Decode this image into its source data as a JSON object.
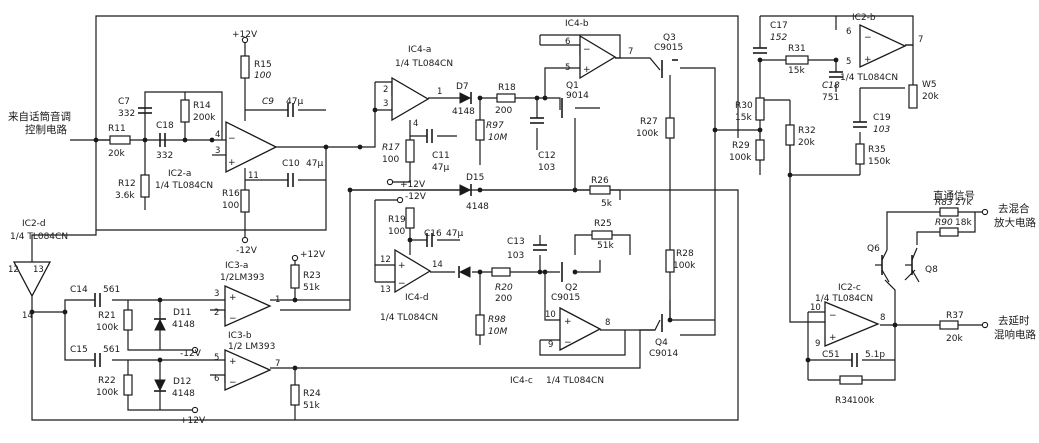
{
  "texts": {
    "input_label_1": "来自话筒音调",
    "input_label_2": "控制电路",
    "out_direct": "直通信号",
    "out_mix_1": "去混合",
    "out_mix_2": "放大电路",
    "out_delay_1": "去延时",
    "out_delay_2": "混响电路"
  },
  "supplies": {
    "p12": "+12V",
    "m12": "-12V"
  },
  "chips": {
    "ic2a": "IC2-a",
    "ic2a_t": "1/4 TL084CN",
    "ic2b": "IC2-b",
    "ic2b_t": "1/4 TL084CN",
    "ic2c": "IC2-c",
    "ic2c_t": "1/4 TL084CN",
    "ic2d": "IC2-d",
    "ic2d_t": "1/4 TL084CN",
    "ic3a": "IC3-a",
    "ic3a_t": "1/2LM393",
    "ic3b": "IC3-b",
    "ic3b_t": "1/2 LM393",
    "ic4a": "IC4-a",
    "ic4a_t": "1/4 TL084CN",
    "ic4b": "IC4-b",
    "ic4c": "IC4-c",
    "ic4c_t": "1/4 TL084CN",
    "ic4d": "IC4-d",
    "ic4d_t": "1/4 TL084CN"
  },
  "parts": {
    "R11": "R11",
    "R11v": "20k",
    "R12": "R12",
    "R12v": "3.6k",
    "R14": "R14",
    "R14v": "200k",
    "R15": "R15",
    "R15v": "100",
    "R16": "R16",
    "R16v": "100",
    "R17": "R17",
    "R17v": "100",
    "R18": "R18",
    "R18v": "200",
    "R19": "R19",
    "R19v": "100",
    "R20": "R20",
    "R20v": "200",
    "R21": "R21",
    "R21v": "100k",
    "R22": "R22",
    "R22v": "100k",
    "R23": "R23",
    "R23v": "51k",
    "R24": "R24",
    "R24v": "51k",
    "R25": "R25",
    "R25v": "51k",
    "R26": "R26",
    "R26v": "5k",
    "R27": "R27",
    "R27v": "100k",
    "R28": "R28",
    "R28v": "100k",
    "R29": "R29",
    "R29v": "100k",
    "R30": "R30",
    "R30v": "15k",
    "R31": "R31",
    "R31v": "15k",
    "R32": "R32",
    "R32v": "20k",
    "R34": "R34",
    "R34v": "100k",
    "R35": "R35",
    "R35v": "150k",
    "R37": "R37",
    "R37v": "20k",
    "R83": "R83",
    "R83v": "27k",
    "R90": "R90",
    "R90v": "18k",
    "R97": "R97",
    "R97v": "10M",
    "R98": "R98",
    "R98v": "10M",
    "W5": "W5",
    "W5v": "20k",
    "C7": "C7",
    "C7v": "332",
    "C9": "C9",
    "C9v": "47μ",
    "C10": "C10",
    "C10v": "47μ",
    "C11": "C11",
    "C11v": "47μ",
    "C12": "C12",
    "C12v": "103",
    "C13": "C13",
    "C13v": "103",
    "C14": "C14",
    "C14v": "561",
    "C15": "C15",
    "C15v": "561",
    "C16": "C16",
    "C16v": "47μ",
    "C17": "C17",
    "C17v": "152",
    "C18": "C18",
    "C18v": "332",
    "C18b": "C18",
    "C18bv": "751",
    "C19": "C19",
    "C19v": "103",
    "C51": "C51",
    "C51v": "5.1p",
    "D7": "D7",
    "D7v": "4148",
    "D11": "D11",
    "D11v": "4148",
    "D12": "D12",
    "D12v": "4148",
    "D15": "D15",
    "D15v": "4148",
    "Q1": "Q1",
    "Q1v": "9014",
    "Q2": "Q2",
    "Q2v": "C9015",
    "Q3": "Q3",
    "Q3v": "C9015",
    "Q4": "Q4",
    "Q4v": "C9014",
    "Q6": "Q6",
    "Q8": "Q8"
  },
  "pins": {
    "p1": "1",
    "p2": "2",
    "p3": "3",
    "p4": "4",
    "p5": "5",
    "p6": "6",
    "p7": "7",
    "p8": "8",
    "p9": "9",
    "p10": "10",
    "p11": "11",
    "p12": "12",
    "p13": "13",
    "p14": "14"
  }
}
